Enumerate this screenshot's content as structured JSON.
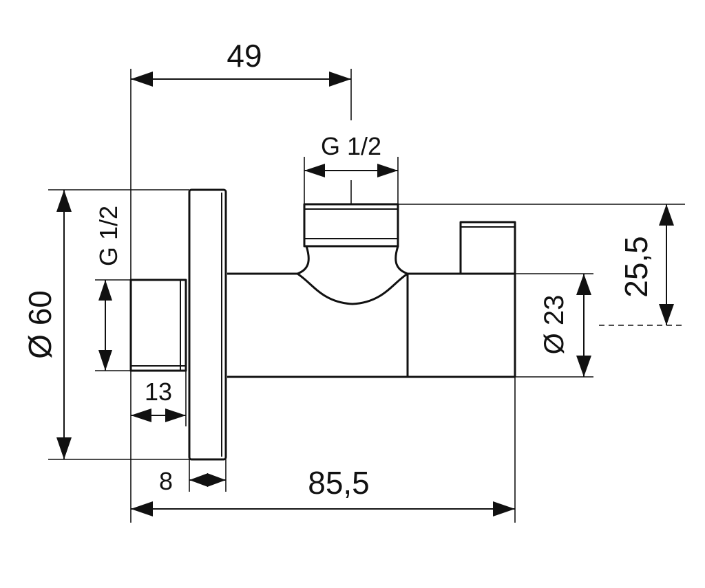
{
  "dimensions": {
    "d49": "49",
    "g12_top": "G 1/2",
    "g12_left": "G 1/2",
    "d60": "Ø 60",
    "d13": "13",
    "d8": "8",
    "d85_5": "85,5",
    "d25_5": "25,5",
    "d23": "Ø 23"
  },
  "colors": {
    "line": "#111111",
    "background": "#ffffff"
  }
}
